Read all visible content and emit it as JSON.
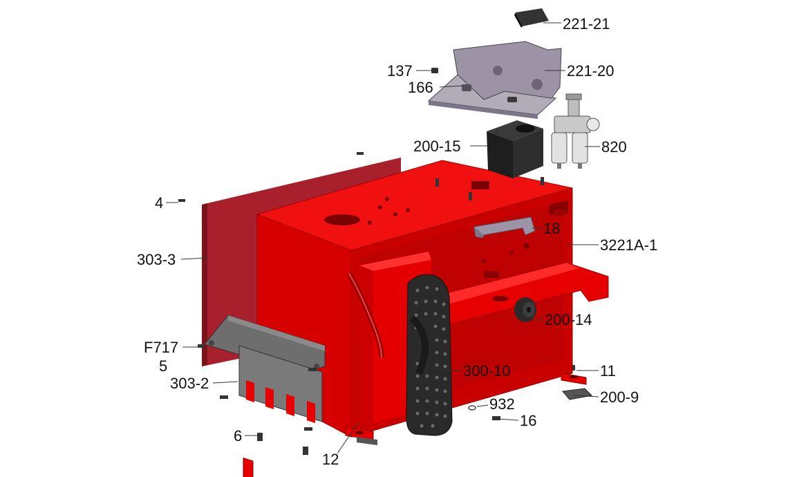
{
  "colors": {
    "body_red": "#e60000",
    "body_red_dark": "#b30000",
    "panel_maroon": "#a8202c",
    "cover_grey": "#6c6c6c",
    "bracket_lilac": "#9c93a6",
    "rubber_black": "#2a2a2a",
    "label_text": "#111111"
  },
  "callouts": {
    "c221_21": "221-21",
    "c221_20": "221-20",
    "c137": "137",
    "c166": "166",
    "c200_15": "200-15",
    "c820": "820",
    "c4": "4",
    "c303_3": "303-3",
    "c18": "18",
    "c3221a_1": "3221A-1",
    "c200_14": "200-14",
    "cf717": "F717",
    "c5": "5",
    "c303_2": "303-2",
    "c300_10": "300-10",
    "c11": "11",
    "c932": "932",
    "c200_9": "200-9",
    "c16": "16",
    "c6": "6",
    "c12": "12"
  }
}
